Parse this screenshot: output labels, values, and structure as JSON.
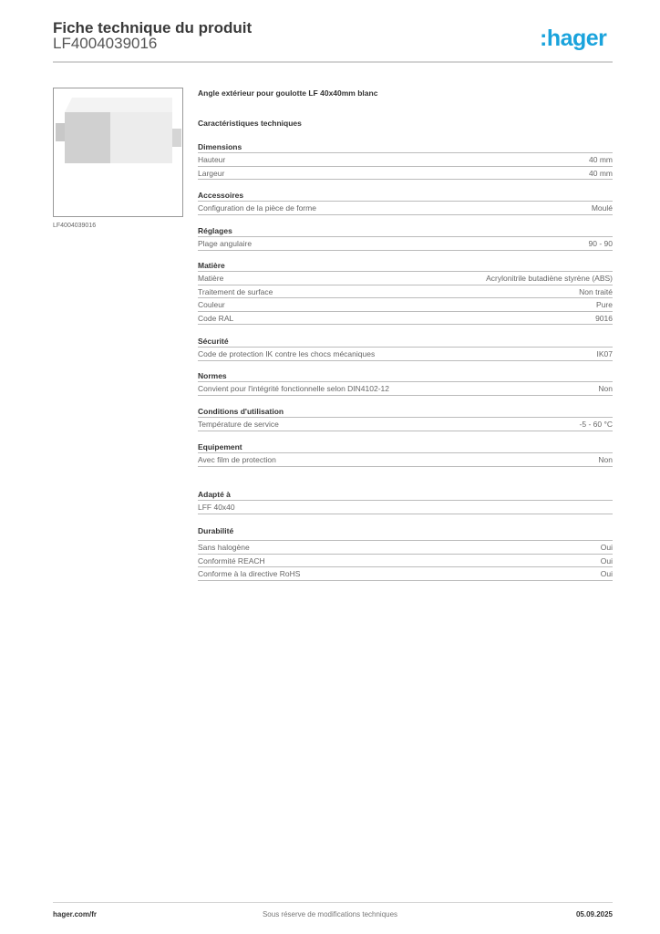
{
  "header": {
    "title": "Fiche technique du produit",
    "code": "LF4004039016",
    "logo": ":hager",
    "brand_color": "#1aa3dc"
  },
  "product": {
    "image_caption": "LF4004039016",
    "name": "Angle extérieur pour goulotte LF 40x40mm blanc",
    "characteristics_title": "Caractéristiques techniques"
  },
  "sections": [
    {
      "title": "Dimensions",
      "rows": [
        [
          "Hauteur",
          "40 mm"
        ],
        [
          "Largeur",
          "40 mm"
        ]
      ]
    },
    {
      "title": "Accessoires",
      "rows": [
        [
          "Configuration de la pièce de forme",
          "Moulé"
        ]
      ]
    },
    {
      "title": "Réglages",
      "rows": [
        [
          "Plage angulaire",
          "90 - 90"
        ]
      ]
    },
    {
      "title": "Matière",
      "rows": [
        [
          "Matière",
          "Acrylonitrile butadiène styrène (ABS)"
        ],
        [
          "Traitement de surface",
          "Non traité"
        ],
        [
          "Couleur",
          "Pure"
        ],
        [
          "Code RAL",
          "9016"
        ]
      ]
    },
    {
      "title": "Sécurité",
      "rows": [
        [
          "Code de protection IK contre les chocs mécaniques",
          "IK07"
        ]
      ]
    },
    {
      "title": "Normes",
      "rows": [
        [
          "Convient pour l'intégrité fonctionnelle selon DIN4102-12",
          "Non"
        ]
      ]
    },
    {
      "title": "Conditions d'utilisation",
      "rows": [
        [
          "Température de service",
          "-5 - 60 °C"
        ]
      ]
    },
    {
      "title": "Equipement",
      "rows": [
        [
          "Avec film de protection",
          "Non"
        ]
      ]
    },
    {
      "title": "Adapté à",
      "rows": [
        [
          "LFF 40x40",
          ""
        ]
      ]
    },
    {
      "title": "Durabilité",
      "rows": [
        [
          "Sans halogène",
          "Oui"
        ],
        [
          "Conformité REACH",
          "Oui"
        ],
        [
          "Conforme à la directive RoHS",
          "Oui"
        ]
      ]
    }
  ],
  "footer": {
    "website": "hager.com/fr",
    "disclaimer": "Sous réserve de modifications techniques",
    "date": "05.09.2025"
  }
}
